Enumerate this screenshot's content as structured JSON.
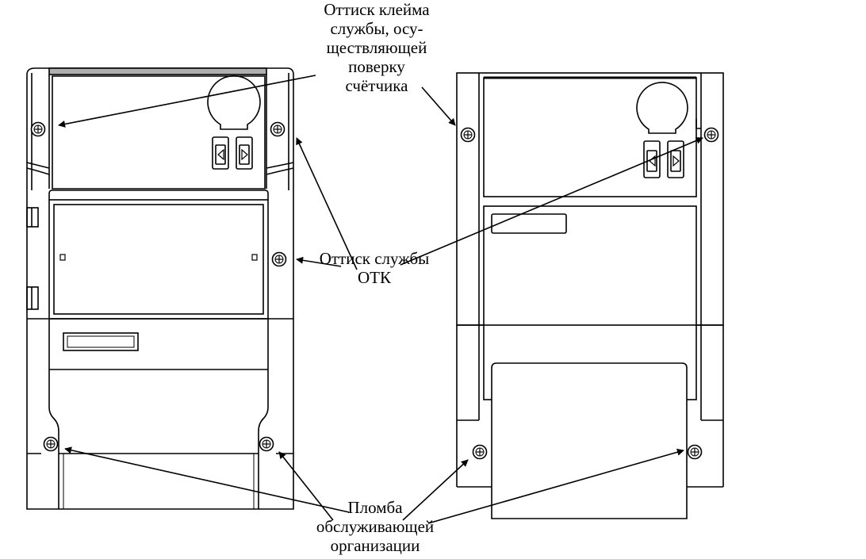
{
  "labels": {
    "verification_seal": [
      "Оттиск клейма",
      "службы, осу-",
      "ществляющей",
      "поверку",
      "счётчика"
    ],
    "otk_seal": [
      "Оттиск службы",
      "ОТК"
    ],
    "service_seal": [
      "Пломба",
      "обслуживающей",
      "организации"
    ]
  },
  "icons": {
    "screw": "screw-icon",
    "arrow_left": "triangle-left-icon",
    "arrow_right": "triangle-right-icon"
  },
  "colors": {
    "stroke": "#000000",
    "background": "#ffffff",
    "top_band": "#b0b0b0"
  }
}
